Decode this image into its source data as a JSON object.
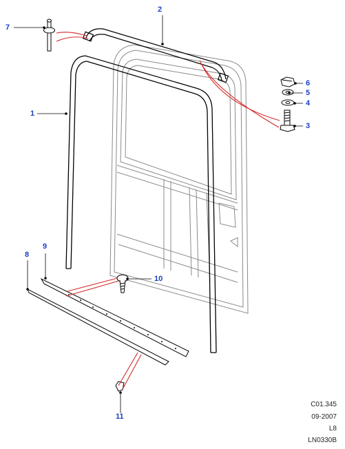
{
  "callouts": {
    "c1": "1",
    "c2": "2",
    "c3": "3",
    "c4": "4",
    "c5": "5",
    "c6": "6",
    "c7": "7",
    "c8": "8",
    "c9": "9",
    "c10": "10",
    "c11": "11"
  },
  "reference": {
    "line1": "C01.345",
    "line2": "09-2007",
    "line3": "L8",
    "line4": "LN0330B"
  },
  "colors": {
    "callout": "#1a3fc4",
    "highlight": "#d42a2a",
    "line": "#000000"
  }
}
